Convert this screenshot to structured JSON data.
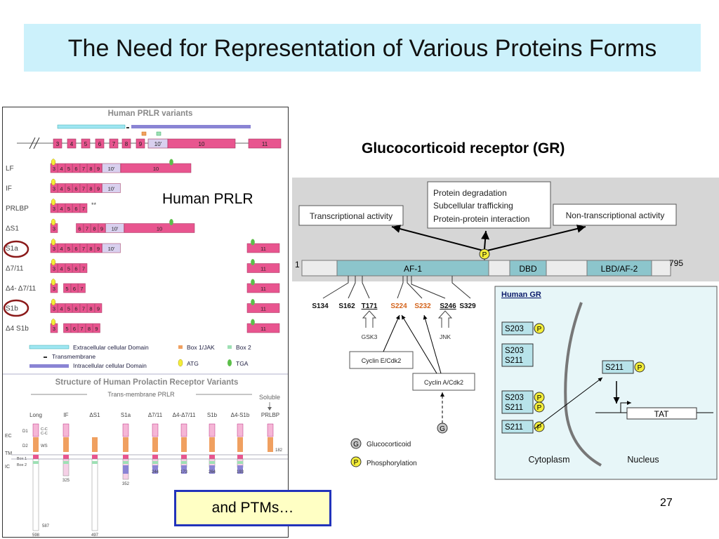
{
  "slide": {
    "title": "The Need for Representation of Various Proteins Forms",
    "gr_title": "Glucocorticoid receptor (GR)",
    "prlr_label": "Human PRLR",
    "ptm_label": "and PTMs…",
    "page_number": "27"
  },
  "prlr": {
    "heading": "Human PRLR variants",
    "gene_exons": [
      "3",
      "4",
      "5",
      "6",
      "7",
      "8",
      "9",
      "10'",
      "10",
      "11"
    ],
    "rows": [
      {
        "label": "LF",
        "exons": [
          "3",
          "4",
          "5",
          "6",
          "7",
          "8",
          "9",
          "10'",
          "10"
        ]
      },
      {
        "label": "IF",
        "exons": [
          "3",
          "4",
          "5",
          "6",
          "7",
          "8",
          "9",
          "10'"
        ]
      },
      {
        "label": "PRLBP",
        "exons": [
          "3",
          "4",
          "5",
          "6",
          "7"
        ],
        "mark": "**"
      },
      {
        "label": "ΔS1",
        "exons": [
          "3",
          "6",
          "7",
          "8",
          "9",
          "10'",
          "10"
        ]
      },
      {
        "label": "S1a",
        "exons": [
          "3",
          "4",
          "5",
          "6",
          "7",
          "8",
          "9",
          "10'",
          "11"
        ]
      },
      {
        "label": "Δ7/11",
        "exons": [
          "3",
          "4",
          "5",
          "6",
          "7",
          "11"
        ]
      },
      {
        "label": "Δ4- Δ7/11",
        "exons": [
          "3",
          "5",
          "6",
          "7",
          "11"
        ]
      },
      {
        "label": "S1b",
        "exons": [
          "3",
          "4",
          "5",
          "6",
          "7",
          "8",
          "9",
          "11"
        ]
      },
      {
        "label": "Δ4 S1b",
        "exons": [
          "3",
          "5",
          "6",
          "7",
          "8",
          "9",
          "11"
        ]
      }
    ],
    "legend": {
      "extracellular": "Extracellular cellular Domain",
      "transmembrane": "Transmembrane",
      "intracellular": "Intracellular cellular Domain",
      "box1": "Box 1/JAK",
      "box2": "Box 2",
      "atg": "ATG",
      "tga": "TGA"
    },
    "structure": {
      "heading": "Structure of Human Prolactin Receptor Variants",
      "tm_label": "Trans-membrane PRLR",
      "soluble_label": "Soluble",
      "columns": [
        {
          "label": "Long",
          "length": "598",
          "extra": "587"
        },
        {
          "label": "IF",
          "length": "325"
        },
        {
          "label": "ΔS1",
          "length": "497"
        },
        {
          "label": "S1a",
          "length": "352"
        },
        {
          "label": "Δ7/11",
          "length": "244"
        },
        {
          "label": "Δ4-Δ7/11",
          "length": "173"
        },
        {
          "label": "S1b",
          "length": "264"
        },
        {
          "label": "Δ4-S1b",
          "length": "193"
        },
        {
          "label": "PRLBP",
          "length": "182"
        }
      ],
      "side_labels": [
        "EC",
        "TM",
        "IC"
      ],
      "domain_labels": [
        "D1",
        "D2",
        "Box 1",
        "Box 2",
        "WS",
        "C-C",
        "C-C"
      ]
    }
  },
  "gr": {
    "top_boxes": {
      "transcriptional": "Transcriptional activity",
      "center_lines": [
        "Protein degradation",
        "Subcellular trafficking",
        "Protein-protein interaction"
      ],
      "non_transcriptional": "Non-transcriptional activity"
    },
    "p_symbol": "P",
    "g_symbol": "G",
    "bar": {
      "start": "1",
      "end": "795",
      "af1": "AF-1",
      "dbd": "DBD",
      "lbd": "LBD/AF-2"
    },
    "sites": [
      {
        "label": "S134",
        "style": "plain"
      },
      {
        "label": "S162",
        "style": "plain"
      },
      {
        "label": "T171",
        "style": "underline"
      },
      {
        "label": "S224",
        "style": "orange"
      },
      {
        "label": "S232",
        "style": "orange"
      },
      {
        "label": "S246",
        "style": "underline"
      },
      {
        "label": "S329",
        "style": "plain"
      }
    ],
    "kinases": {
      "gsk3": "GSK3",
      "jnk": "JNK",
      "cyclin_e": "Cyclin E/Cdk2",
      "cyclin_a": "Cyclin A/Cdk2"
    },
    "legend": {
      "glucocorticoid": "Glucocorticoid",
      "phosphorylation": "Phosphorylation"
    },
    "inset": {
      "title": "Human GR",
      "b1": [
        "S203"
      ],
      "b2": [
        "S203",
        "S211"
      ],
      "b3": [
        "S203",
        "S211"
      ],
      "b4": [
        "S211"
      ],
      "nuclear": "S211",
      "tat": "TAT",
      "cytoplasm": "Cytoplasm",
      "nucleus": "Nucleus"
    }
  },
  "colors": {
    "title_bg": "#ccf1fb",
    "exon_pink": "#e8558f",
    "exon_lavender": "#d9d0ef",
    "extracellular": "#9fe6f2",
    "intracellular": "#8a84d4",
    "gr_teal": "#8cc5cc",
    "phospho_yellow": "#f4ee3a",
    "ptm_bg": "#ffffc4",
    "ptm_border": "#2233bb"
  }
}
